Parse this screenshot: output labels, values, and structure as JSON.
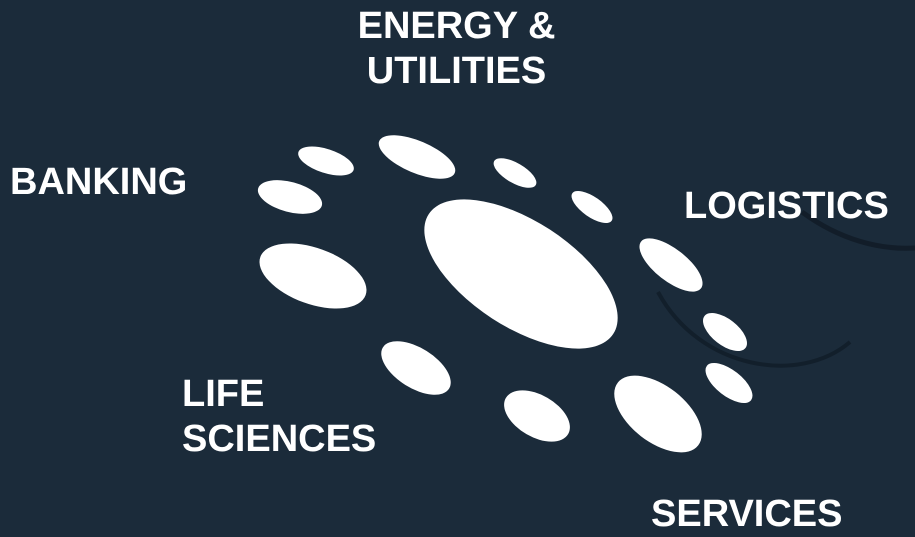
{
  "colors": {
    "background": "#1b2b3a",
    "text": "#ffffff",
    "dots": "#ffffff",
    "swoosh": "#0e1822"
  },
  "labels": {
    "energy": [
      "ENERGY &",
      "UTILITIES"
    ],
    "banking": "BANKING",
    "logistics": "LOGISTICS",
    "life_sciences": [
      "LIFE",
      "SCIENCES"
    ],
    "services": "SERVICES"
  },
  "graphic": {
    "shape": "ellipse",
    "icon": "radiating-dots-burst",
    "dot_count": 13
  }
}
